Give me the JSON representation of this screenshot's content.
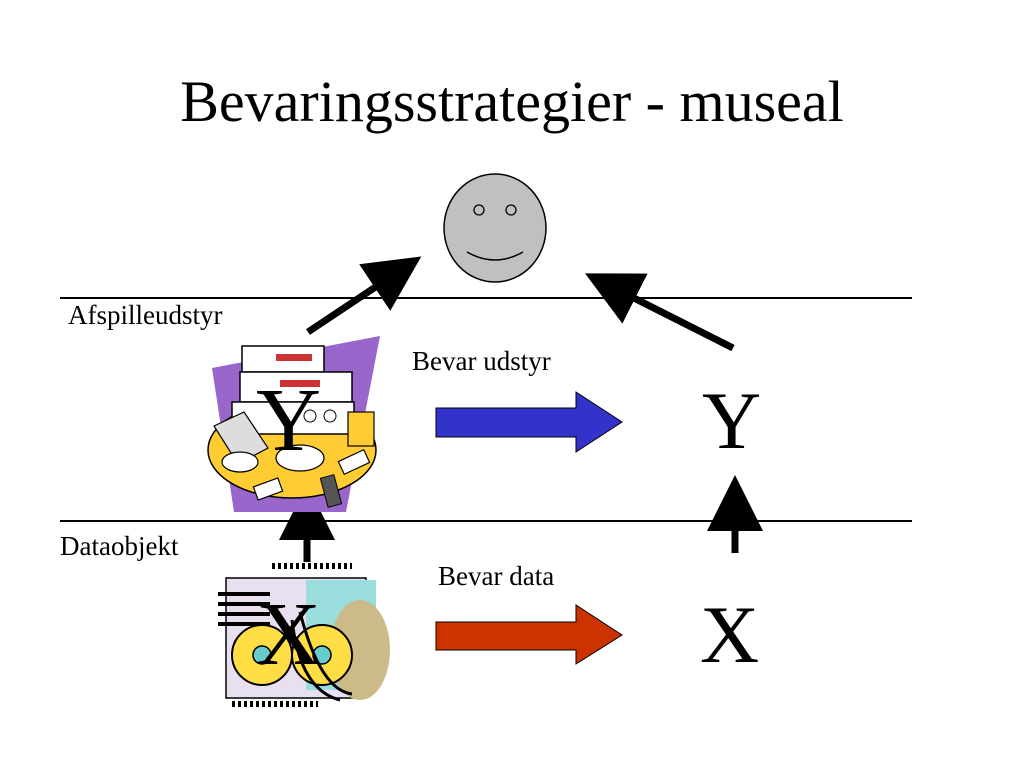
{
  "slide": {
    "title": "Bevaringsstrategier - museal",
    "layers": {
      "top": "Afspilleudstyr",
      "bottom": "Dataobjekt"
    },
    "arrows": {
      "keep_equipment": "Bevar udstyr",
      "keep_data": "Bevar data"
    },
    "left_symbols": {
      "equipment": "Y",
      "data": "X"
    },
    "right_symbols": {
      "equipment": "Y",
      "data": "X"
    },
    "colors": {
      "face": "#c0c0c0",
      "blue_arrow": "#3333cc",
      "red_arrow": "#cc3300",
      "purple": "#9966cc",
      "yellow": "#ffcc33"
    }
  }
}
